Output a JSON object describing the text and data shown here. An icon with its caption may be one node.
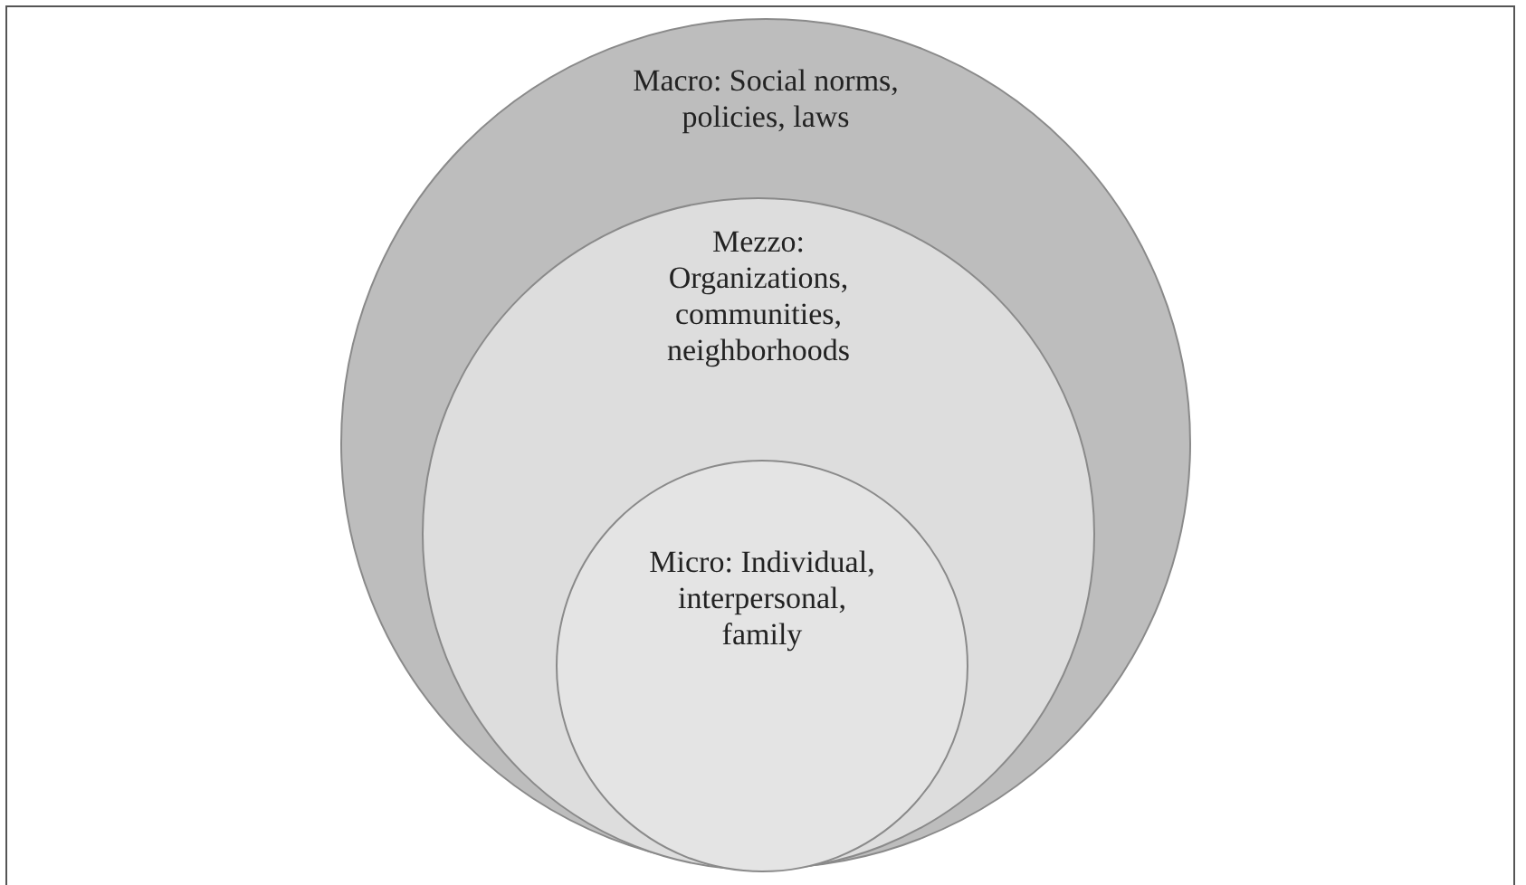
{
  "diagram": {
    "nodes": [
      {
        "text": [
          "Macro: Social norms, policies, laws"
        ]
      },
      {
        "text": [
          "Mezzo: Organizations, communities, neighborhoods"
        ],
        "in": 0
      },
      {
        "text": [
          "Micro: Individual, interpersonal, family"
        ],
        "in": 1
      }
    ]
  }
}
